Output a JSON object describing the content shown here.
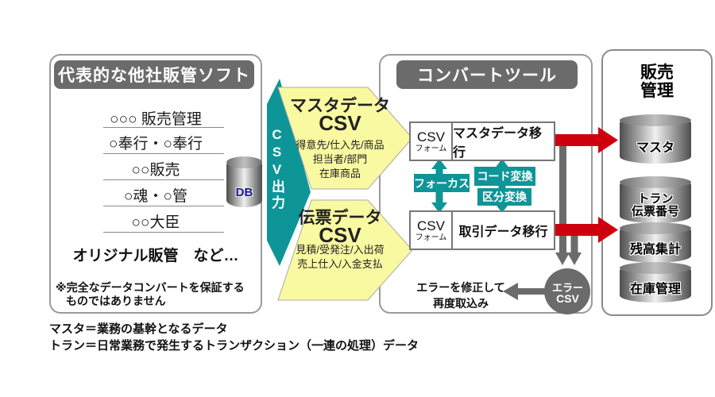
{
  "colors": {
    "teal": "#0E9598",
    "yellow": "#F9F9A1",
    "red": "#CE000E",
    "gray": "#6B6B6B",
    "navy": "#1A1A8C"
  },
  "left_panel": {
    "header": "代表的な他社販管ソフト",
    "items": [
      "○○○ 販売管理",
      "○奉行・○奉行",
      "○○販売",
      "○魂・○管",
      "○○大臣"
    ],
    "more_label": "オリジナル販管　など…",
    "disclaimer_line1": "※完全なデータコンバートを保証する",
    "disclaimer_line2": "ものではありません",
    "db_label": "DB"
  },
  "csv_output_label": "CSV出力",
  "master_csv_arrow": {
    "title": "マスタデータ",
    "csv": "CSV",
    "detail1": "得意先/仕入先/商品",
    "detail2": "担当者/部門",
    "detail3": "在庫商品"
  },
  "slip_csv_arrow": {
    "title": "伝票データ",
    "csv": "CSV",
    "detail1": "見積/受発注/入出荷",
    "detail2": "売上仕入/入金支払"
  },
  "converter": {
    "header": "コンバートツール",
    "row1_csv": "CSV",
    "row1_form": "フォーム",
    "row1_label": "マスタデータ移行",
    "row2_csv": "CSV",
    "row2_form": "フォーム",
    "row2_label": "取引データ移行",
    "focus_label": "フォーカス",
    "code_convert_label": "コード変換",
    "kubun_convert_label": "区分変換",
    "error_note_line1": "エラーを修正して",
    "error_note_line2": "再度取込み",
    "error_csv_line1": "エラー",
    "error_csv_line2": "CSV"
  },
  "right_panel": {
    "title_line1": "販売",
    "title_line2": "管理",
    "cyl1_label": "マスタ",
    "cyl2_line1": "トラン",
    "cyl2_line2": "伝票番号",
    "cyl3_label": "残高集計",
    "cyl4_label": "在庫管理"
  },
  "footnote_line1": "マスタ＝業務の基幹となるデータ",
  "footnote_line2": "トラン＝日常業務で発生するトランザクション（一連の処理）データ"
}
